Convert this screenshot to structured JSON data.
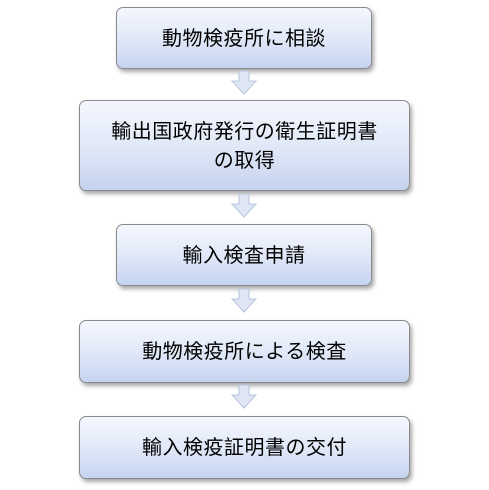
{
  "flow": {
    "steps": [
      {
        "label": "動物検疫所に相談"
      },
      {
        "label": "輸出国政府発行の衛生証明書\nの取得"
      },
      {
        "label": "輸入検査申請"
      },
      {
        "label": "動物検疫所による検査"
      },
      {
        "label": "輸入検疫証明書の交付"
      }
    ]
  },
  "colors": {
    "box_top": "#f4f7fd",
    "box_bottom": "#c5d3ef",
    "box_border": "#8a8a8a",
    "arrow_fill": "#dfe6f4",
    "arrow_stroke": "#b8c4dc"
  }
}
